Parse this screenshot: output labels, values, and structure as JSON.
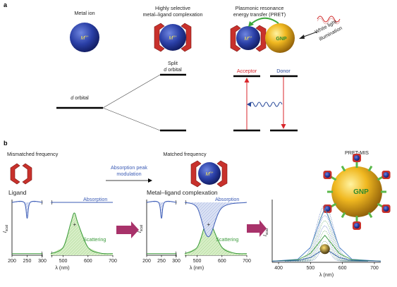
{
  "panel_a": {
    "label": "a",
    "metal_ion": "Metal ion",
    "complexation_line1": "Highly selective",
    "complexation_line2": "metal–ligand complexation",
    "pret_line1": "Plasmonic resonance",
    "pret_line2": "energy transfer (PRET)",
    "ion_symbol": "M",
    "ion_charge": "n+",
    "gnp": "GNP",
    "white_light_line1": "White light",
    "white_light_line2": "illumination",
    "split_line1": "Split",
    "split_line2": "d orbital",
    "d_orbital_italic": "d",
    "d_orbital_rest": " orbital",
    "acceptor": "Acceptor",
    "donor": "Donor",
    "acceptor_color": "#d9262b",
    "donor_color": "#2a4a9a"
  },
  "panel_b": {
    "label": "b",
    "mismatched": "Mismatched frequency",
    "absorption_line1": "Absorption peak",
    "absorption_line2": "modulation",
    "matched": "Matched frequency",
    "pret_mis": "PRET-MIS",
    "ligand": "Ligand",
    "complex": "Metal–ligand complexation",
    "absorption": "Absorption",
    "scattering": "Scattering",
    "plus": "+",
    "ylabel_main": "I",
    "ylabel_sub": "scat",
    "xlabel": "λ (nm)",
    "absorption_color": "#3b5bb5",
    "scattering_color": "#3a9a3a",
    "arrow_color": "#a8326a"
  },
  "chart_data": [
    {
      "type": "line",
      "title": "",
      "xlabel": "λ (nm)",
      "ylabel": "I scat",
      "xticks": [
        "200",
        "250",
        "300",
        "500",
        "600",
        "700"
      ],
      "xlim_left": [
        200,
        300
      ],
      "xlim_right": [
        450,
        700
      ],
      "series": [
        {
          "name": "Absorption",
          "x": [
            200,
            240,
            250,
            260,
            300,
            450,
            700
          ],
          "y": [
            1.0,
            1.0,
            0.7,
            1.0,
            1.0,
            1.0,
            1.0
          ]
        },
        {
          "name": "Scattering",
          "x": [
            200,
            300,
            450,
            500,
            530,
            545,
            560,
            600,
            650,
            700
          ],
          "y": [
            0.03,
            0.03,
            0.03,
            0.15,
            0.6,
            0.8,
            0.6,
            0.15,
            0.04,
            0.03
          ]
        }
      ]
    },
    {
      "type": "line",
      "title": "",
      "xlabel": "λ (nm)",
      "ylabel": "I scat",
      "xticks": [
        "200",
        "250",
        "300",
        "500",
        "600",
        "700"
      ],
      "xlim_left": [
        200,
        300
      ],
      "xlim_right": [
        450,
        700
      ],
      "series": [
        {
          "name": "Absorption",
          "x": [
            200,
            240,
            250,
            260,
            300,
            450,
            500,
            545,
            600,
            700
          ],
          "y": [
            1.0,
            1.0,
            0.7,
            1.0,
            1.0,
            1.0,
            0.9,
            0.35,
            0.9,
            1.0
          ]
        },
        {
          "name": "Scattering",
          "x": [
            200,
            300,
            450,
            500,
            530,
            545,
            560,
            600,
            650,
            700
          ],
          "y": [
            0.03,
            0.03,
            0.03,
            0.15,
            0.55,
            0.7,
            0.55,
            0.15,
            0.04,
            0.03
          ]
        }
      ]
    },
    {
      "type": "line",
      "title": "",
      "xlabel": "λ (nm)",
      "ylabel": "I scat",
      "xticks": [
        "400",
        "500",
        "600",
        "700"
      ],
      "xlim": [
        380,
        720
      ],
      "series": [
        {
          "x": [
            380,
            460,
            500,
            530,
            545,
            560,
            590,
            630,
            720
          ],
          "y": [
            0.02,
            0.05,
            0.25,
            0.7,
            0.9,
            0.7,
            0.25,
            0.05,
            0.02
          ]
        },
        {
          "x": [
            380,
            460,
            500,
            530,
            545,
            560,
            590,
            630,
            720
          ],
          "y": [
            0.02,
            0.04,
            0.15,
            0.35,
            0.45,
            0.35,
            0.15,
            0.04,
            0.02
          ]
        },
        {
          "x": [
            380,
            460,
            500,
            530,
            545,
            560,
            590,
            630,
            720
          ],
          "y": [
            0.02,
            0.03,
            0.08,
            0.18,
            0.22,
            0.18,
            0.08,
            0.03,
            0.02
          ]
        }
      ]
    }
  ]
}
